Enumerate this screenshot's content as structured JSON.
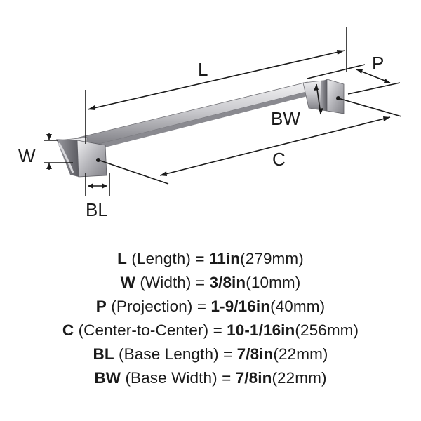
{
  "diagram": {
    "labels": {
      "L": "L",
      "P": "P",
      "BW": "BW",
      "W": "W",
      "C": "C",
      "BL": "BL"
    }
  },
  "specs": [
    {
      "abbr": "L",
      "desc": "(Length)",
      "eq": "=",
      "value": "11in",
      "metric": "(279mm)"
    },
    {
      "abbr": "W",
      "desc": "(Width)",
      "eq": "=",
      "value": "3/8in",
      "metric": "(10mm)"
    },
    {
      "abbr": "P",
      "desc": "(Projection)",
      "eq": "=",
      "value": "1-9/16in",
      "metric": "(40mm)"
    },
    {
      "abbr": "C",
      "desc": "(Center-to-Center)",
      "eq": "=",
      "value": "10-1/16in",
      "metric": "(256mm)"
    },
    {
      "abbr": "BL",
      "desc": "(Base Length)",
      "eq": "=",
      "value": "7/8in",
      "metric": "(22mm)"
    },
    {
      "abbr": "BW",
      "desc": "(Base Width)",
      "eq": "=",
      "value": "7/8in",
      "metric": "(22mm)"
    }
  ],
  "colors": {
    "line": "#1a1a1a",
    "metal_light": "#e6e6e8",
    "metal_mid": "#b9b9bd",
    "metal_dark": "#6e6e73"
  }
}
